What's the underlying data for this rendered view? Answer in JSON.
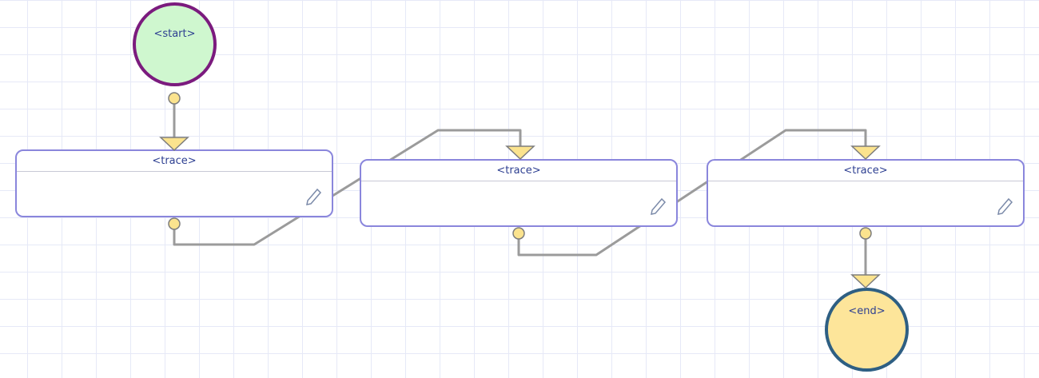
{
  "start": {
    "label": "<start>"
  },
  "end": {
    "label": "<end>"
  },
  "nodes": [
    {
      "title": "<trace>"
    },
    {
      "title": "<trace>"
    },
    {
      "title": "<trace>"
    }
  ],
  "icons": {
    "edit": "pencil-icon",
    "output_port": "circle-port",
    "input_port": "triangle-port"
  },
  "colors": {
    "node_border": "#8a86dc",
    "title_text": "#2d3f91",
    "start_fill": "#cff7cf",
    "start_border": "#7b1b7e",
    "end_fill": "#fde59a",
    "end_border": "#2e5f83",
    "connector": "#9b9b9b",
    "port_fill": "#fbe38e"
  }
}
